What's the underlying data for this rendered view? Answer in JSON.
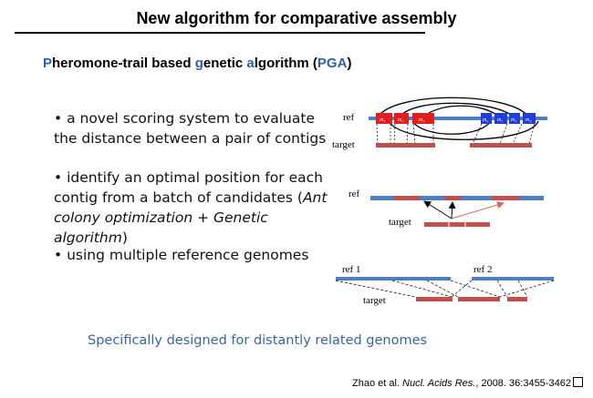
{
  "slide": {
    "title": "New algorithm for comparative assembly",
    "subtitle": {
      "p": "P",
      "part1": "heromone-trail based ",
      "g": "g",
      "part2": "enetic ",
      "a": "a",
      "part3": "lgorithm (",
      "acronym": "PGA",
      "part4": ")"
    },
    "bullets": [
      {
        "text": "• a novel scoring system to evaluate the distance between a pair of contigs"
      },
      {
        "pre": "• identify an optimal position for each contig from a batch of candidates (",
        "italic": "Ant colony optimization + Genetic algorithm",
        "post": ")"
      },
      {
        "text": "• using multiple reference genomes"
      }
    ],
    "tagline": "Specifically designed for distantly related genomes",
    "citation": {
      "authors": "Zhao et al. ",
      "journal": "Nucl. Acids Res.",
      "rest": ", 2008. 36:3455-3462"
    }
  },
  "diagram": {
    "panel1": {
      "ref_label": "ref",
      "target_label": "target",
      "contig_labels": [
        "m₁",
        "m₂",
        "m₃",
        "m₄",
        "m₁",
        "m₂",
        "m₃"
      ]
    },
    "panel2": {
      "ref_label": "ref",
      "target_label": "target"
    },
    "panel3": {
      "ref1_label": "ref 1",
      "ref2_label": "ref 2",
      "target_label": "target"
    },
    "colors": {
      "ref": "#4f7fbf",
      "contig": "#c0504d",
      "red_block": "#e02020",
      "blue_block": "#1f3fd8",
      "accent": "#2f5fa8"
    }
  }
}
